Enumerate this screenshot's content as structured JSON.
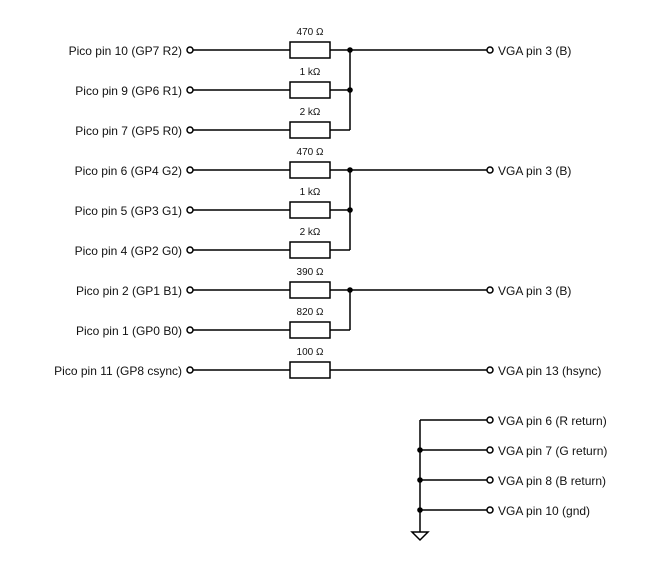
{
  "pico_labels": [
    "Pico pin 10 (GP7  R2)",
    "Pico pin 9 (GP6 R1)",
    "Pico pin 7 (GP5 R0)",
    "Pico pin 6 (GP4  G2)",
    "Pico pin 5 (GP3 G1)",
    "Pico pin 4 (GP2 G0)",
    "Pico pin 2 (GP1  B1)",
    "Pico pin 1 (GP0 B0)",
    "Pico pin 11 (GP8  csync)"
  ],
  "resistors": [
    "470 Ω",
    "1 kΩ",
    "2 kΩ",
    "470 Ω",
    "1 kΩ",
    "2 kΩ",
    "390 Ω",
    "820 Ω",
    "100 Ω"
  ],
  "vga_outputs": [
    "VGA pin 3 (B)",
    "VGA pin 3 (B)",
    "VGA pin 3 (B)",
    "VGA pin 13 (hsync)"
  ],
  "ground_pins": [
    "VGA pin 6 (R return)",
    "VGA pin 7 (G return)",
    "VGA pin 8 (B return)",
    "VGA pin 10 (gnd)"
  ]
}
